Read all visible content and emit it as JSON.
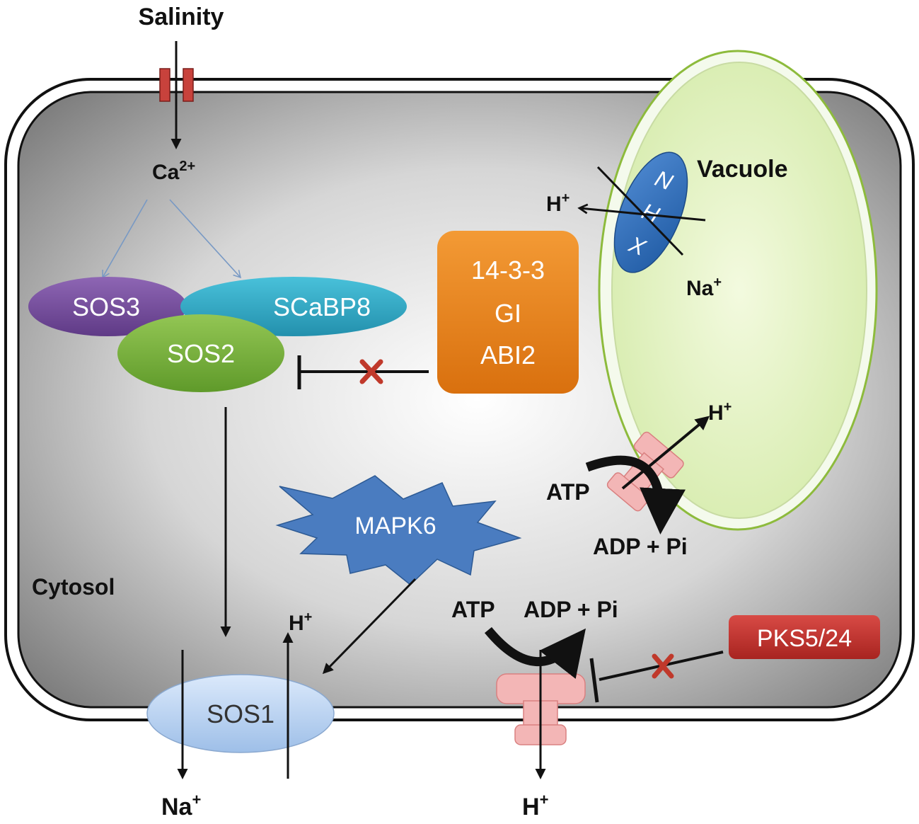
{
  "labels": {
    "salinity": "Salinity",
    "ca_base": "Ca",
    "ca_sup": "2+",
    "vacuole": "Vacuole",
    "cytosol": "Cytosol",
    "h_plus_base": "H",
    "na_plus_base": "Na",
    "plus_sup": "+",
    "atp": "ATP",
    "adp_pi": "ADP + Pi"
  },
  "proteins": {
    "sos3": "SOS3",
    "scabp8": "SCaBP8",
    "sos2": "SOS2",
    "sos1": "SOS1",
    "mapk6": "MAPK6",
    "pks": "PKS5/24",
    "nhx_n": "N",
    "nhx_h": "H",
    "nhx_x": "X",
    "box_line1": "14-3-3",
    "box_line2": "GI",
    "box_line3": "ABI2"
  },
  "colors": {
    "sos3": "#7a4fa0",
    "scabp8": "#2ba8c4",
    "sos2": "#7bb33a",
    "sos1": "#b8d4f4",
    "mapk6": "#4a7cc0",
    "pks": "#c0302c",
    "orange_box": "#e8821e",
    "nhx": "#2f6db8",
    "vacuole_fill": "#e2f2c0",
    "vacuole_border": "#8dbb3c",
    "inhibition_cross": "#c0392b",
    "atpase": "#f3b6b6"
  }
}
